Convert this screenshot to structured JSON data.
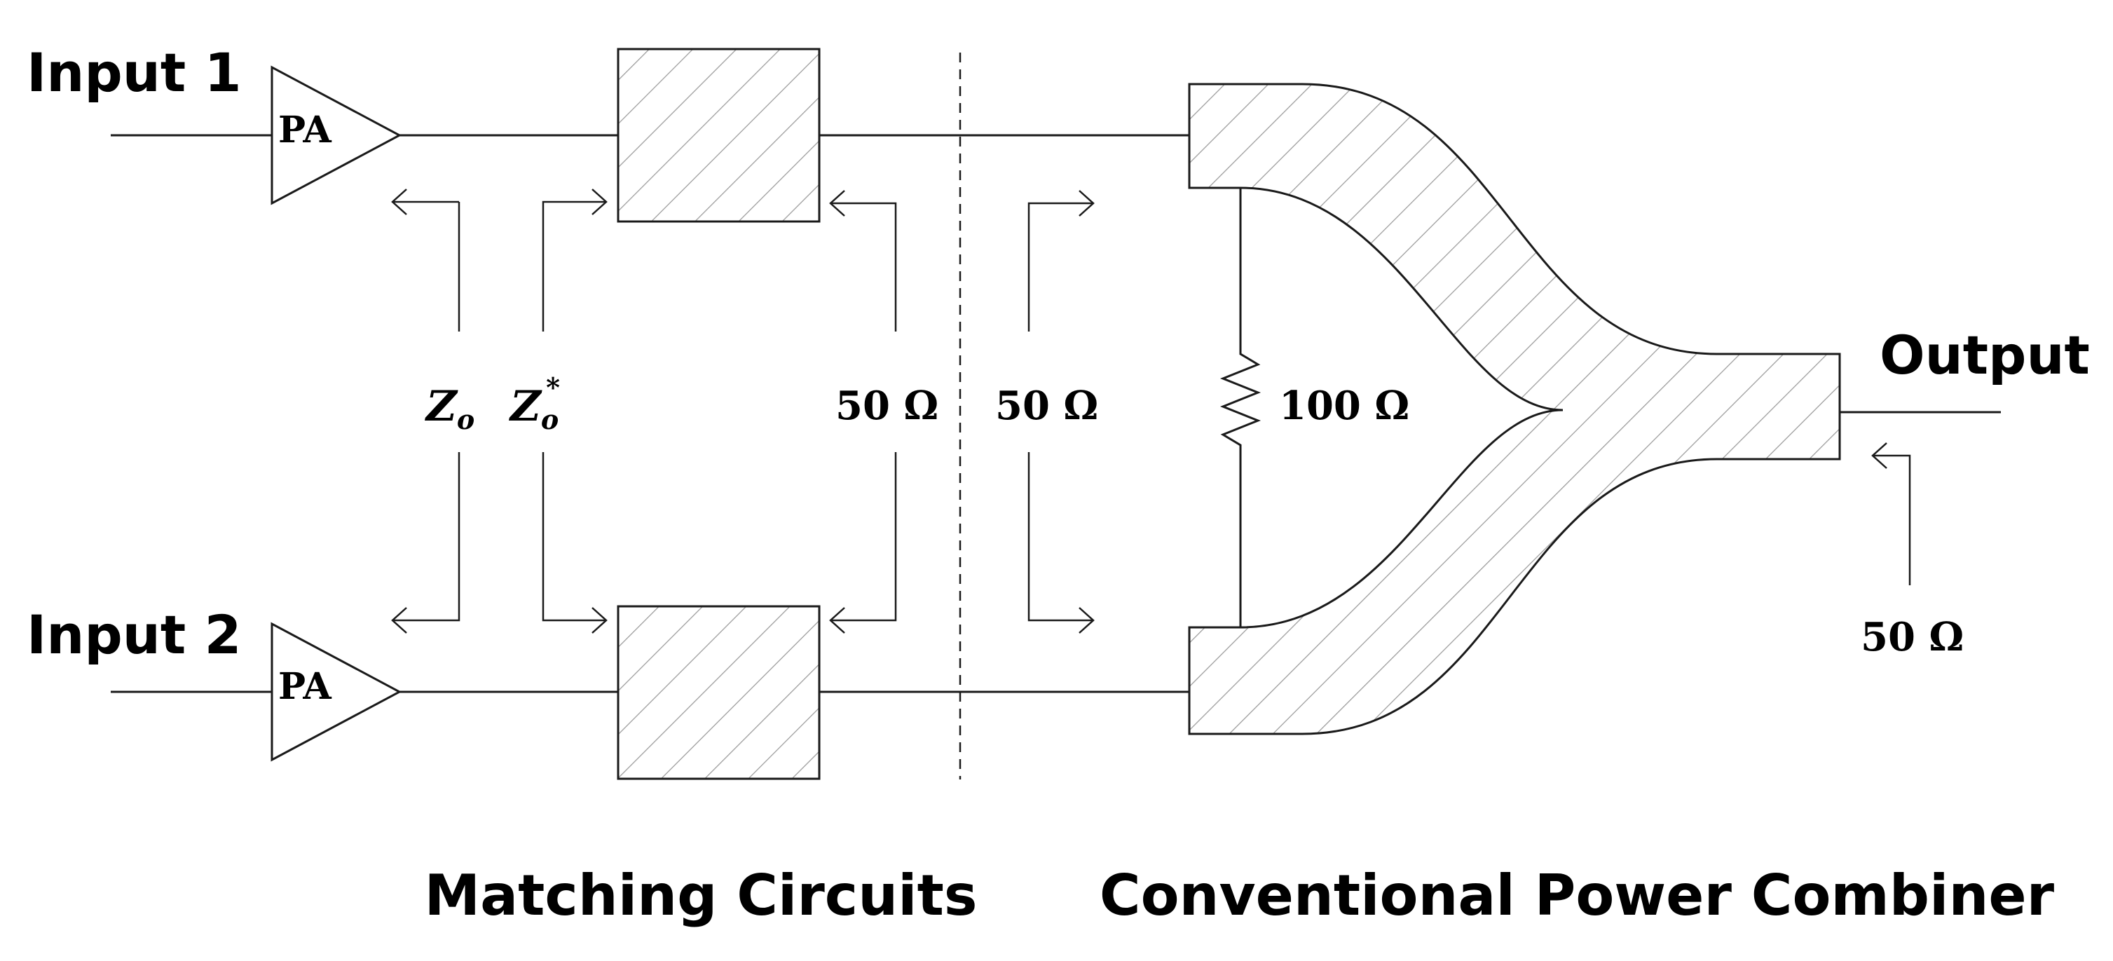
{
  "labels": {
    "input1": "Input 1",
    "input2": "Input 2",
    "output": "Output",
    "pa1": "PA",
    "pa2": "PA",
    "zo": "Z",
    "zo_sub": "o",
    "zo_conj": "Z",
    "zo_conj_sub": "o",
    "zo_conj_sup": "*",
    "ohm50_match": "50 Ω",
    "ohm50_comb": "50 Ω",
    "ohm100": "100 Ω",
    "ohm50_out": "50 Ω",
    "section_matching": "Matching Circuits",
    "section_combiner": "Conventional Power Combiner"
  }
}
